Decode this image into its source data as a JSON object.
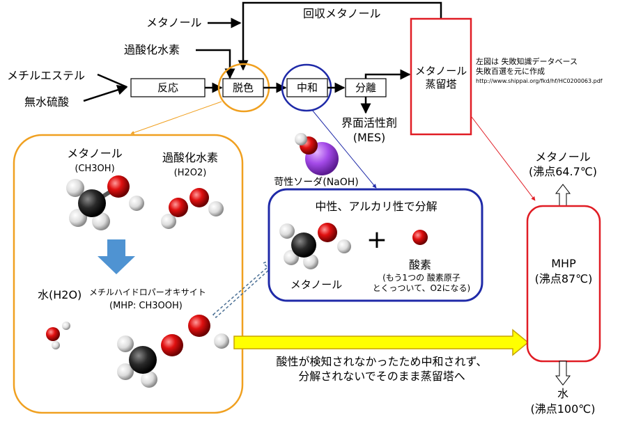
{
  "inputs": {
    "methanol": "メタノール",
    "hydrogen_peroxide": "過酸化水素",
    "methyl_ester": "メチルエステル",
    "anhydrous_sulfuric_acid": "無水硫酸"
  },
  "recovered_methanol": "回収メタノール",
  "process": {
    "reaction": "反応",
    "bleaching": "脱色",
    "neutralization": "中和",
    "separation": "分離",
    "distillation_line1": "メタノール",
    "distillation_line2": "蒸留塔"
  },
  "surfactant": {
    "line1": "界面活性剤",
    "line2": "(MES)"
  },
  "source_note": {
    "line1": "左図は 失敗知識データベース",
    "line2": "失敗百選を元に作成",
    "url": "http://www.shippai.org/fkd/hf/HC0200063.pdf"
  },
  "left_panel": {
    "methanol_name": "メタノール",
    "methanol_formula": "(CH3OH)",
    "peroxide_name": "過酸化水素",
    "peroxide_formula": "(H2O2)",
    "water": "水(H2O)",
    "mhp_name": "メチルハイドロパーオキサイト",
    "mhp_formula": "(MHP: CH3OOH)"
  },
  "caustic_soda": "苛性ソーダ(NaOH)",
  "middle_panel": {
    "title": "中性、アルカリ性で分解",
    "methanol": "メタノール",
    "plus": "+",
    "oxygen": "酸素",
    "oxygen_note1": "(もう1つの 酸素原子",
    "oxygen_note2": "とくっついて、O2になる)"
  },
  "bottom_arrow_text": {
    "line1": "酸性が検知されなかったため中和されず、",
    "line2": "分解されないでそのまま蒸留塔へ"
  },
  "column": {
    "top_name": "メタノール",
    "top_bp": "(沸点64.7℃)",
    "mid_name": "MHP",
    "mid_bp": "(沸点87℃)",
    "bottom_name": "水",
    "bottom_bp": "(沸点100℃)"
  },
  "colors": {
    "orange": "#f0a020",
    "blue": "#1f2aa8",
    "red": "#e01c24",
    "yellow": "#ffff00",
    "down_arrow": "#4f93d2"
  }
}
